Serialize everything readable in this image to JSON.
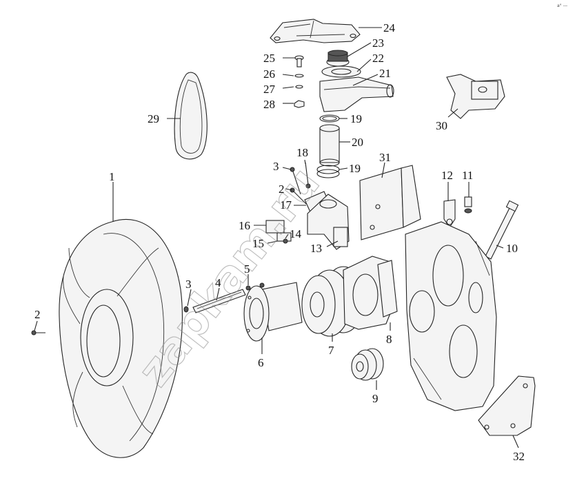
{
  "watermark": "zapkam.ru",
  "corner_mark": "a° ---",
  "callouts": [
    "1",
    "2",
    "3",
    "4",
    "5",
    "6",
    "7",
    "8",
    "9",
    "10",
    "11",
    "12",
    "13",
    "14",
    "15",
    "16",
    "17",
    "18",
    "19",
    "20",
    "21",
    "22",
    "23",
    "24",
    "25",
    "26",
    "27",
    "28",
    "29",
    "30",
    "31",
    "32"
  ],
  "callout_list": [
    {
      "key": "c24",
      "text": "24"
    },
    {
      "key": "c23",
      "text": "23"
    },
    {
      "key": "c22",
      "text": "22"
    },
    {
      "key": "c21",
      "text": "21"
    },
    {
      "key": "c25",
      "text": "25"
    },
    {
      "key": "c26",
      "text": "26"
    },
    {
      "key": "c27",
      "text": "27"
    },
    {
      "key": "c28",
      "text": "28"
    },
    {
      "key": "c19a",
      "text": "19"
    },
    {
      "key": "c20",
      "text": "20"
    },
    {
      "key": "c29",
      "text": "29"
    },
    {
      "key": "c30",
      "text": "30"
    },
    {
      "key": "c18",
      "text": "18"
    },
    {
      "key": "c3a",
      "text": "3"
    },
    {
      "key": "c19b",
      "text": "19"
    },
    {
      "key": "c31",
      "text": "31"
    },
    {
      "key": "c12",
      "text": "12"
    },
    {
      "key": "c11",
      "text": "11"
    },
    {
      "key": "c1",
      "text": "1"
    },
    {
      "key": "c2a",
      "text": "2"
    },
    {
      "key": "c17",
      "text": "17"
    },
    {
      "key": "c16",
      "text": "16"
    },
    {
      "key": "c14",
      "text": "14"
    },
    {
      "key": "c15",
      "text": "15"
    },
    {
      "key": "c13",
      "text": "13"
    },
    {
      "key": "c10",
      "text": "10"
    },
    {
      "key": "c5",
      "text": "5"
    },
    {
      "key": "c3b",
      "text": "3"
    },
    {
      "key": "c4",
      "text": "4"
    },
    {
      "key": "c2b",
      "text": "2"
    },
    {
      "key": "c6",
      "text": "6"
    },
    {
      "key": "c7",
      "text": "7"
    },
    {
      "key": "c8",
      "text": "8"
    },
    {
      "key": "c9",
      "text": "9"
    },
    {
      "key": "c32",
      "text": "32"
    }
  ],
  "labels": {
    "c24": "24",
    "c23": "23",
    "c22": "22",
    "c21": "21",
    "c25": "25",
    "c26": "26",
    "c27": "27",
    "c28": "28",
    "c19a": "19",
    "c20": "20",
    "c29": "29",
    "c30": "30",
    "c18": "18",
    "c3a": "3",
    "c19b": "19",
    "c31": "31",
    "c12": "12",
    "c11": "11",
    "c1": "1",
    "c2a": "2",
    "c17": "17",
    "c16": "16",
    "c14": "14",
    "c15": "15",
    "c13": "13",
    "c10": "10",
    "c5": "5",
    "c3b": "3",
    "c4": "4",
    "c2b": "2",
    "c6": "6",
    "c7": "7",
    "c8": "8",
    "c9": "9",
    "c32": "32"
  }
}
